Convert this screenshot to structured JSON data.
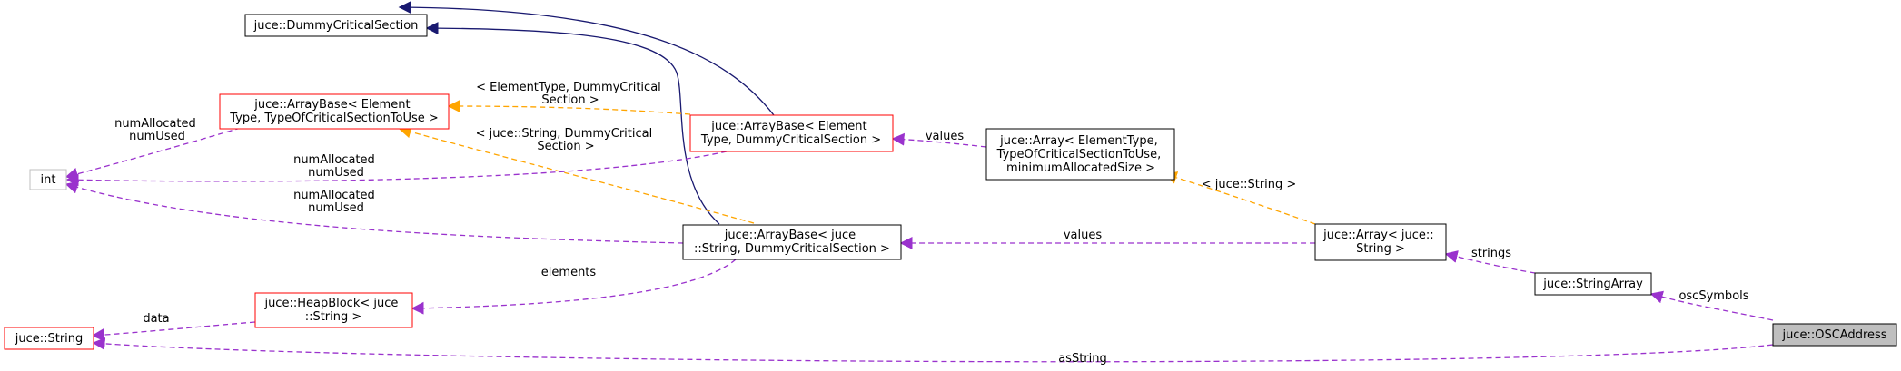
{
  "colors": {
    "inherit_edge": "#191970",
    "template_edge": "#ffa500",
    "member_edge": "#9a32cd",
    "node_border_default": "#000000",
    "node_border_red": "#ff0000",
    "node_border_gray": "#bfbfbf",
    "focus_fill": "#bfbfbf"
  },
  "nodes": {
    "dummy_critical_section": {
      "lines": [
        "juce::DummyCriticalSection"
      ]
    },
    "array_base_generic": {
      "lines": [
        "juce::ArrayBase< Element",
        "Type, TypeOfCriticalSectionToUse >"
      ]
    },
    "int_node": {
      "lines": [
        "int"
      ]
    },
    "array_base_dummy": {
      "lines": [
        "juce::ArrayBase< Element",
        "Type, DummyCriticalSection >"
      ]
    },
    "array_generic": {
      "lines": [
        "juce::Array< ElementType,",
        "TypeOfCriticalSectionToUse,",
        "minimumAllocatedSize >"
      ]
    },
    "array_base_string": {
      "lines": [
        "juce::ArrayBase< juce",
        "::String, DummyCriticalSection >"
      ]
    },
    "array_string": {
      "lines": [
        "juce::Array< juce::",
        "String >"
      ]
    },
    "heap_block": {
      "lines": [
        "juce::HeapBlock< juce",
        "::String >"
      ]
    },
    "string_node": {
      "lines": [
        "juce::String"
      ]
    },
    "string_array": {
      "lines": [
        "juce::StringArray"
      ]
    },
    "osc_address": {
      "lines": [
        "juce::OSCAddress"
      ]
    }
  },
  "edge_labels": {
    "template_dummy": [
      "< ElementType, DummyCritical",
      "Section >"
    ],
    "template_string_dummy": [
      "< juce::String, DummyCritical",
      "Section >"
    ],
    "num_generic": [
      "numAllocated",
      "numUsed"
    ],
    "num_dummy": [
      "numAllocated",
      "numUsed"
    ],
    "num_string": [
      "numAllocated",
      "numUsed"
    ],
    "values_1": [
      "values"
    ],
    "template_string": [
      "< juce::String >"
    ],
    "values_2": [
      "values"
    ],
    "elements": [
      "elements"
    ],
    "data": [
      "data"
    ],
    "strings": [
      "strings"
    ],
    "osc_symbols": [
      "oscSymbols"
    ],
    "as_string": [
      "asString"
    ]
  }
}
